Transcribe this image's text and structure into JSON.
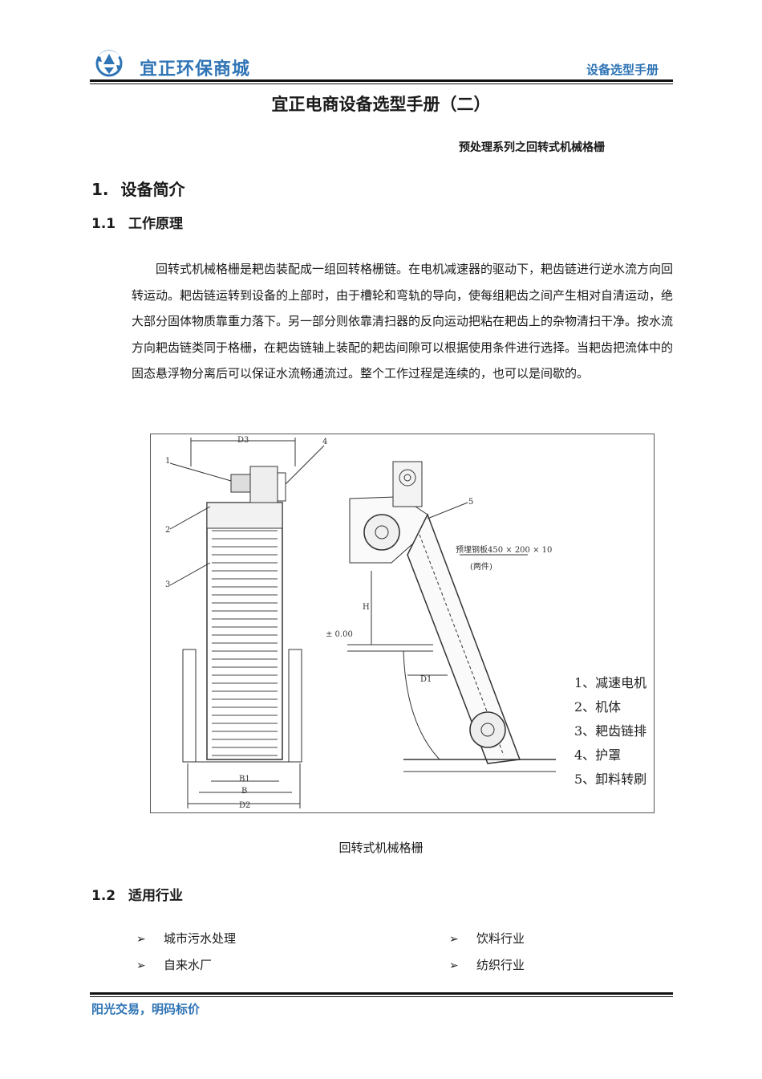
{
  "header": {
    "brand": "宜正环保商城",
    "doc_type": "设备选型手册",
    "logo_icon": "recycle-globe-icon",
    "brand_color": "#2f74b5"
  },
  "title": "宜正电商设备选型手册（二）",
  "subtitle": "预处理系列之回转式机械格栅",
  "section1": {
    "number": "1.",
    "title": "设备简介"
  },
  "section1_1": {
    "number": "1.1",
    "title": "工作原理"
  },
  "paragraph": "回转式机械格栅是耙齿装配成一组回转格栅链。在电机减速器的驱动下，耙齿链进行逆水流方向回转运动。耙齿链运转到设备的上部时，由于槽轮和弯轨的导向，使每组耙齿之间产生相对自清运动，绝大部分固体物质靠重力落下。另一部分则依靠清扫器的反向运动把粘在耙齿上的杂物清扫干净。按水流方向耙齿链类同于格栅，在耙齿链轴上装配的耙齿间隙可以根据使用条件进行选择。当耙齿把流体中的固态悬浮物分离后可以保证水流畅通流过。整个工作过程是连续的，也可以是间歇的。",
  "figure": {
    "caption": "回转式机械格栅",
    "legend": [
      "1、减速电机",
      "2、机体",
      "3、耙齿链排",
      "4、护罩",
      "5、卸料转刷"
    ],
    "dims": {
      "d3": "D3",
      "d1": "D1",
      "d2": "D2",
      "b": "B",
      "b1": "B1",
      "h": "H",
      "level": "± 0.00",
      "plate": "预埋钢板450 × 200 × 10",
      "plate_note": "(两件)",
      "n1": "1",
      "n2": "2",
      "n3": "3",
      "n4": "4",
      "n5": "5"
    }
  },
  "section1_2": {
    "number": "1.2",
    "title": "适用行业"
  },
  "industries": [
    "城市污水处理",
    "饮料行业",
    "自来水厂",
    "纺织行业"
  ],
  "bullet_glyph": "➢",
  "footer": "阳光交易，明码标价"
}
